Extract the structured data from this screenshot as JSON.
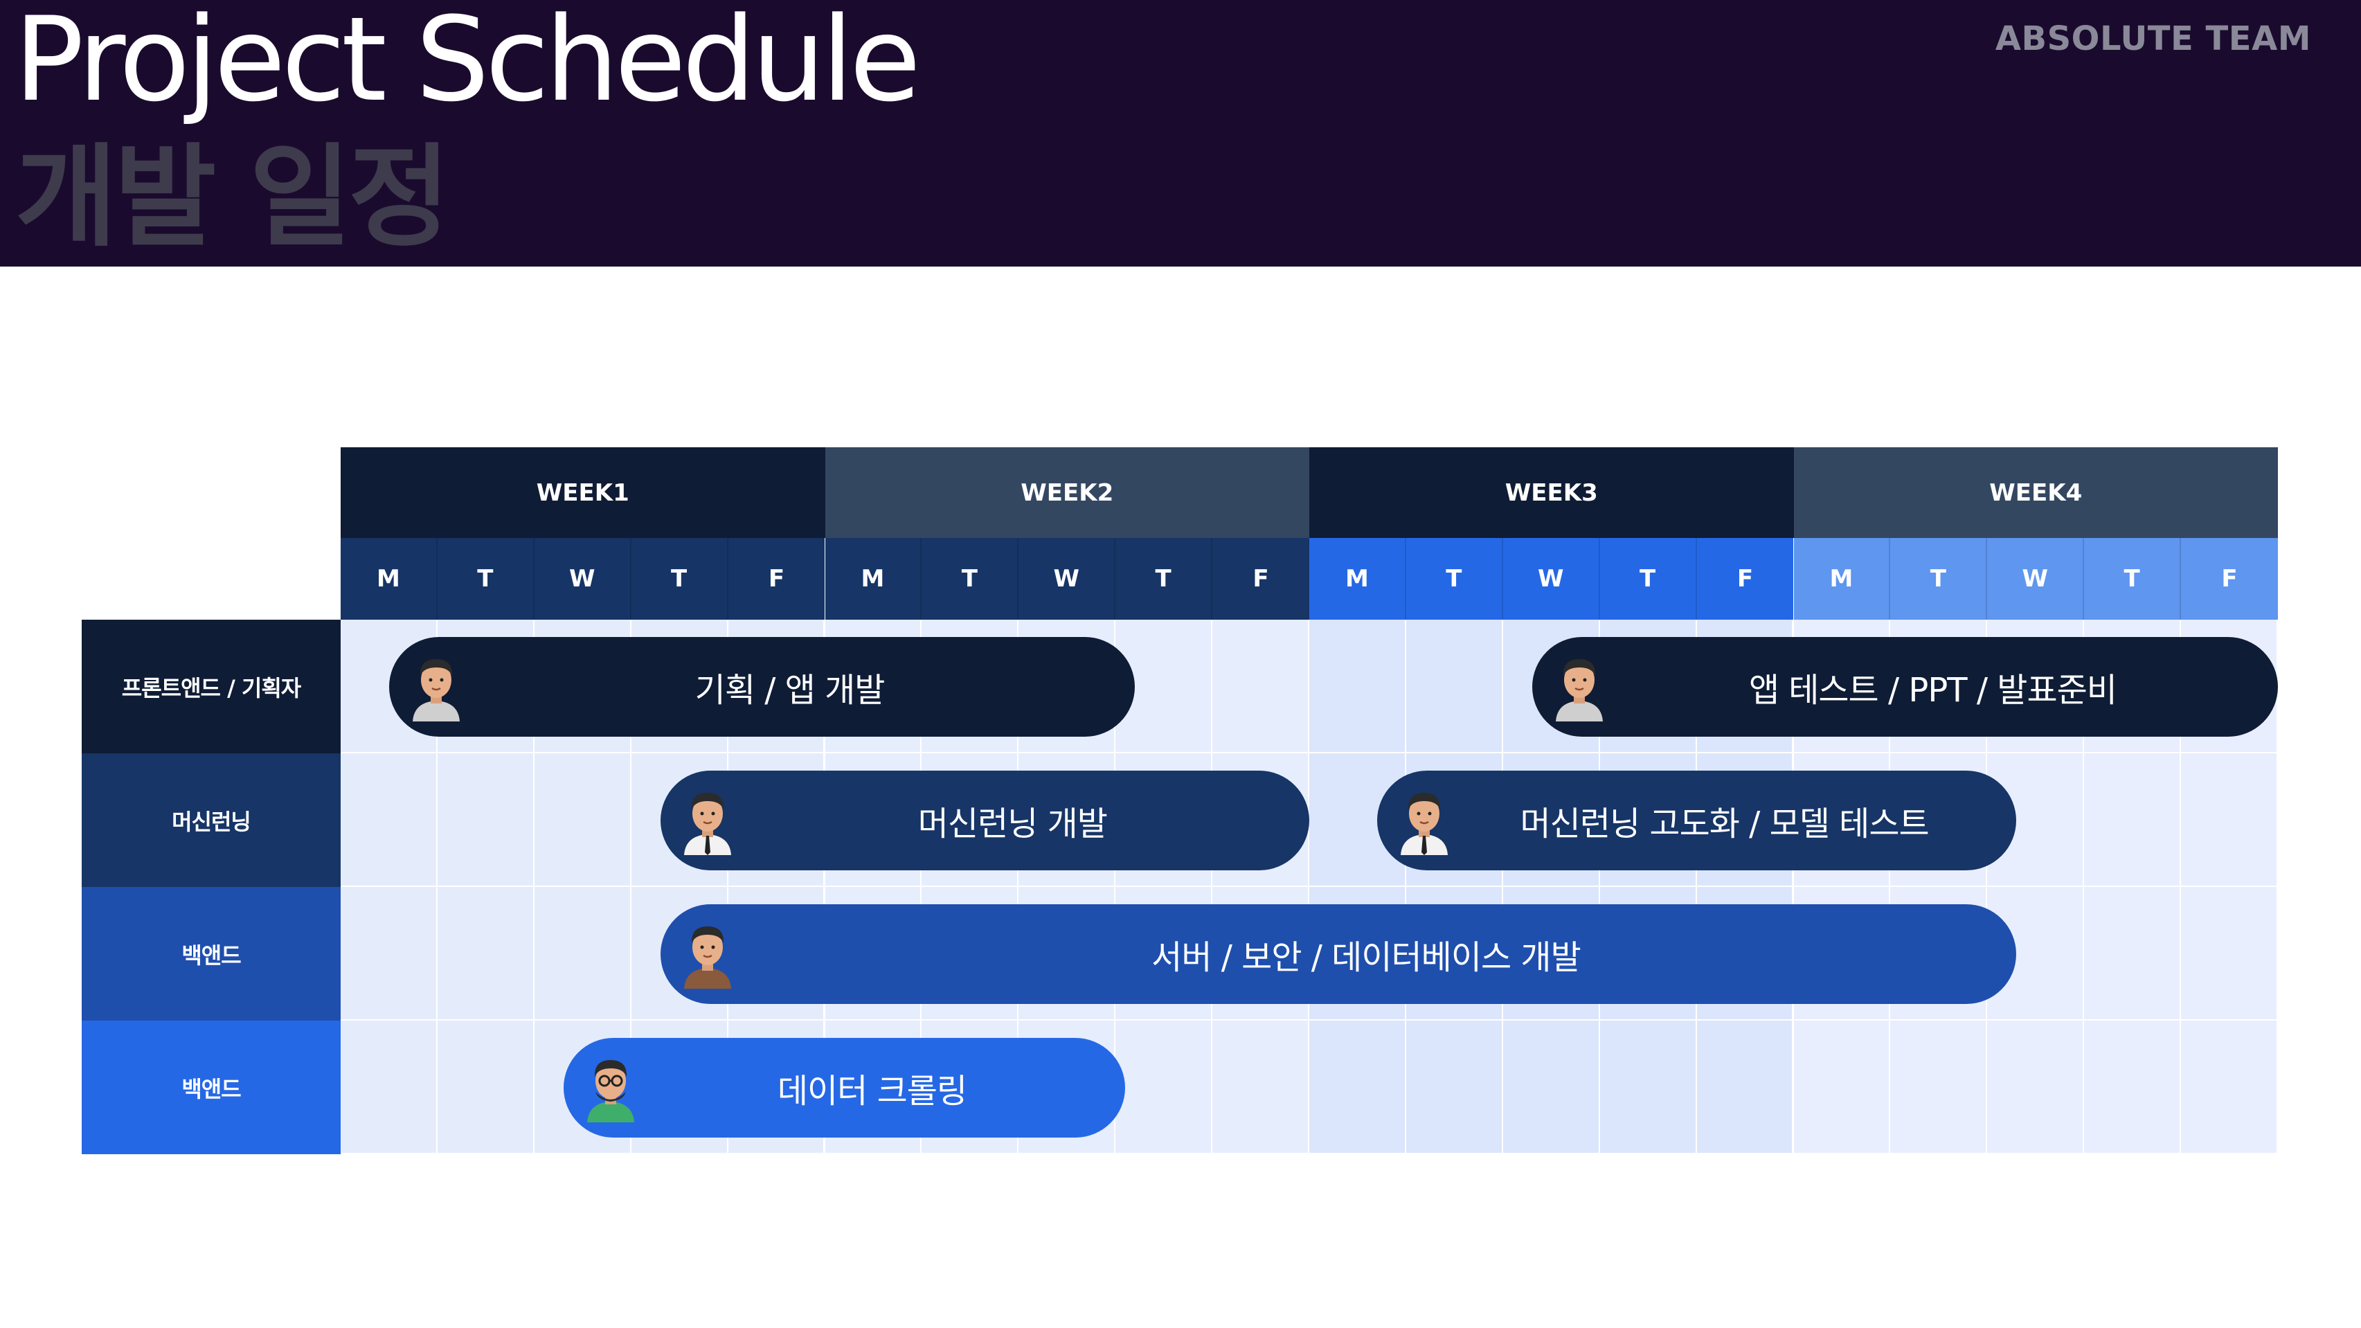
{
  "header": {
    "title": "Project Schedule",
    "subtitle": "개발 일정",
    "team": "ABSOLUTE TEAM"
  },
  "schedule": {
    "weeks": [
      "WEEK1",
      "WEEK2",
      "WEEK3",
      "WEEK4"
    ],
    "days": [
      "M",
      "T",
      "W",
      "T",
      "F"
    ],
    "rows": [
      {
        "label": "프론트앤드 / 기획자"
      },
      {
        "label": "머신런닝"
      },
      {
        "label": "백앤드"
      },
      {
        "label": "백앤드"
      }
    ],
    "tasks": [
      {
        "row": 0,
        "label": "기획 / 앱 개발",
        "start_day": 0.5,
        "end_day": 8.2,
        "avatar": "avatar-gray-shirt-icon"
      },
      {
        "row": 0,
        "label": "앱 테스트 / PPT / 발표준비",
        "start_day": 12.3,
        "end_day": 20.0,
        "avatar": "avatar-gray-shirt-icon"
      },
      {
        "row": 1,
        "label": "머신런닝 개발",
        "start_day": 3.3,
        "end_day": 10.0,
        "avatar": "avatar-white-shirt-icon"
      },
      {
        "row": 1,
        "label": "머신런닝 고도화 / 모델 테스트",
        "start_day": 10.7,
        "end_day": 17.3,
        "avatar": "avatar-white-shirt-icon"
      },
      {
        "row": 2,
        "label": "서버 / 보안 / 데이터베이스 개발",
        "start_day": 3.3,
        "end_day": 17.3,
        "avatar": "avatar-brown-shirt-icon"
      },
      {
        "row": 3,
        "label": "데이터 크롤링",
        "start_day": 2.3,
        "end_day": 8.1,
        "avatar": "avatar-glasses-green-icon"
      }
    ]
  },
  "colors": {
    "header_bg": "#1a0b2e",
    "subtitle": "#3e3b4d",
    "team": "#8a8999",
    "week_dark": "#0f1c35",
    "week_slate": "#344761",
    "row_colors": [
      "#0f1c35",
      "#173566",
      "#1f4fad",
      "#2568e6"
    ],
    "day_colors": [
      "#163466",
      "#173566",
      "#2568e6",
      "#5e96f0"
    ],
    "cell_colors": [
      "#e4ecfc",
      "#e6edfd",
      "#dbe6fc",
      "#e8eefd"
    ]
  }
}
